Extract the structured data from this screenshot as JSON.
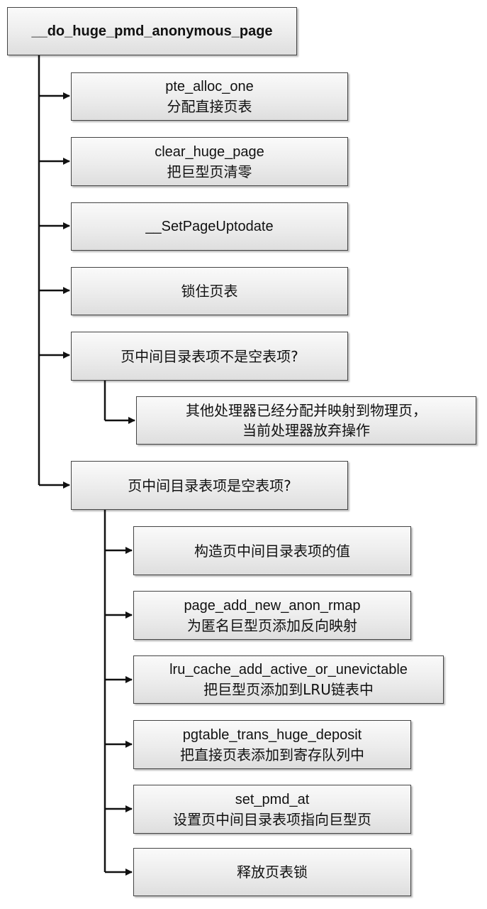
{
  "diagram": {
    "root": "__do_huge_pmd_anonymous_page",
    "steps": [
      {
        "line1": "pte_alloc_one",
        "line2": "分配直接页表"
      },
      {
        "line1": "clear_huge_page",
        "line2": "把巨型页清零"
      },
      {
        "line1": "__SetPageUptodate",
        "line2": ""
      },
      {
        "line1": "锁住页表",
        "line2": ""
      },
      {
        "line1": "页中间目录表项不是空表项?",
        "line2": ""
      },
      {
        "line1": "页中间目录表项是空表项?",
        "line2": ""
      }
    ],
    "branch_not_empty": [
      {
        "line1": "其他处理器已经分配并映射到物理页，",
        "line2": "当前处理器放弃操作"
      }
    ],
    "branch_empty": [
      {
        "line1": "构造页中间目录表项的值",
        "line2": ""
      },
      {
        "line1": "page_add_new_anon_rmap",
        "line2": "为匿名巨型页添加反向映射"
      },
      {
        "line1": "lru_cache_add_active_or_unevictable",
        "line2": "把巨型页添加到LRU链表中"
      },
      {
        "line1": "pgtable_trans_huge_deposit",
        "line2": "把直接页表添加到寄存队列中"
      },
      {
        "line1": "set_pmd_at",
        "line2": "设置页中间目录表项指向巨型页"
      },
      {
        "line1": "释放页表锁",
        "line2": ""
      }
    ]
  }
}
